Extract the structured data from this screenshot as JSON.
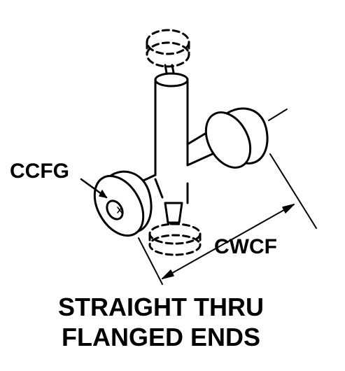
{
  "colors": {
    "line": "#000000",
    "background": "#ffffff"
  },
  "labels": {
    "ccfg": "CCFG",
    "cwcf": "CWCF"
  },
  "caption": {
    "line1": "STRAIGHT THRU",
    "line2": "FLANGED ENDS"
  }
}
